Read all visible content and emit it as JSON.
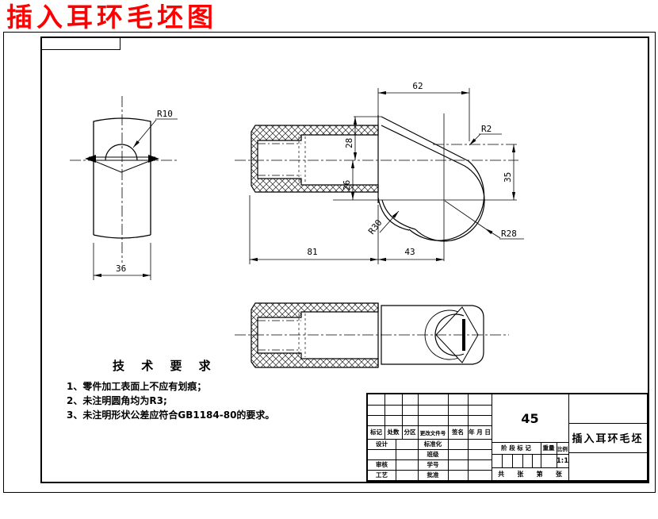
{
  "title": {
    "text": "插入耳环毛坯图"
  },
  "colors": {
    "title": "#ff0000",
    "line": "#000000",
    "background": "#ffffff"
  },
  "left_view": {
    "r10": "R10",
    "width": "36"
  },
  "front_view": {
    "d62": "62",
    "d28": "28",
    "d26": "26",
    "d35": "35",
    "d81": "81",
    "d43": "43",
    "r2": "R2",
    "r30": "R30",
    "r28": "R28"
  },
  "tech_req": {
    "heading": "技 术 要 求",
    "items": [
      "1、零件加工表面上不应有划痕；",
      "2、未注明圆角均为R3;",
      "3、未注明形状公差应符合GB1184-80的要求。"
    ]
  },
  "title_block": {
    "material": "45",
    "part_name": "插入耳环毛坯",
    "change_header": [
      "标记",
      "处数",
      "分区",
      "更改文件号",
      "签名",
      "年 月 日"
    ],
    "rows": [
      {
        "left": "设计",
        "mid": "标准化"
      },
      {
        "left": "",
        "mid": "班级"
      },
      {
        "left": "审核",
        "mid": "学号"
      },
      {
        "left": "工艺",
        "mid": "批准"
      }
    ],
    "stage_header": [
      "阶 段 标 记",
      "重量",
      "比例"
    ],
    "scale": "1:1",
    "sheet": [
      "共",
      "张",
      "第",
      "张"
    ]
  }
}
